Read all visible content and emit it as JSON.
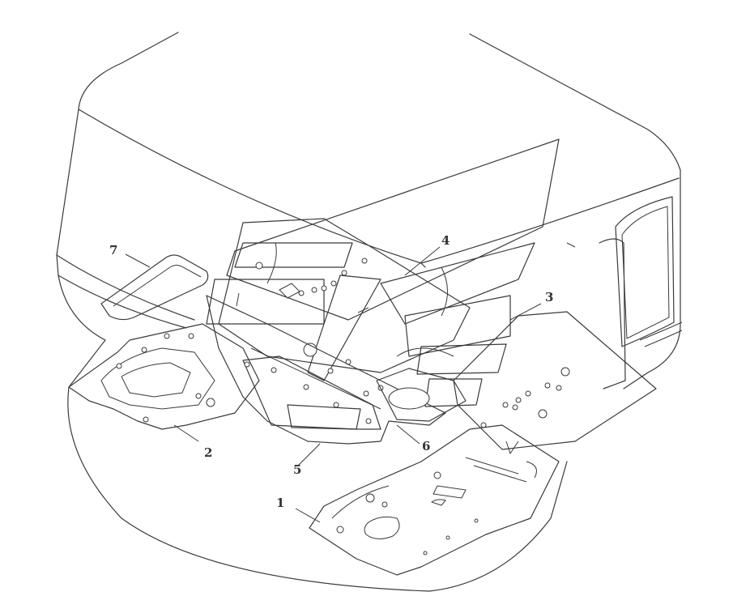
{
  "callouts": [
    {
      "label": "1"
    },
    {
      "label": "2"
    },
    {
      "label": "3"
    },
    {
      "label": "4"
    },
    {
      "label": "5"
    },
    {
      "label": "6"
    },
    {
      "label": "7"
    }
  ],
  "colors": {
    "line": "#3a3a3a",
    "background": "#ffffff"
  }
}
